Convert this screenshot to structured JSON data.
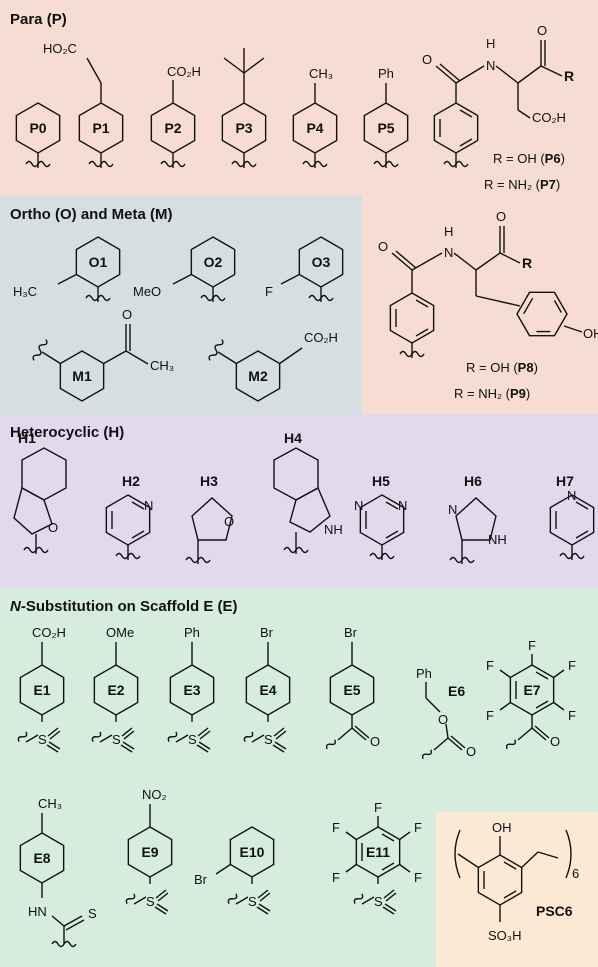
{
  "colors": {
    "para": "#f6dcd3",
    "ortho_meta": "#d5dfe2",
    "heterocyclic": "#e2d9ec",
    "n_sub": "#d6ecdd",
    "psc6": "#fbe9d3"
  },
  "sections": {
    "para": "Para (P)",
    "ortho_meta": "Ortho (O) and Meta (M)",
    "heterocyclic": "Heterocyclic (H)",
    "n_sub_italic": "N",
    "n_sub_rest": "-Substitution on Scaffold E (E)"
  },
  "para": {
    "labels": [
      "P0",
      "P1",
      "P2",
      "P3",
      "P4",
      "P5"
    ],
    "subs": {
      "p1": "HO₂C",
      "p2": "CO₂H",
      "p4": "CH₃",
      "p5": "Ph"
    },
    "p6p7": {
      "o": "O",
      "h": "H",
      "n": "N",
      "r": "R",
      "co2h": "CO₂H",
      "r_oh": "R = OH (",
      "p6": "P6",
      "r_nh2": "R = NH₂ (",
      "p7": "P7",
      "close": ")"
    }
  },
  "ortho_meta": {
    "labels": [
      "O1",
      "O2",
      "O3",
      "M1",
      "M2"
    ],
    "subs": {
      "o1": "H₃C",
      "o2": "MeO",
      "o3": "F",
      "m1_o": "O",
      "m1_ch3": "CH₃",
      "m2": "CO₂H"
    },
    "p8p9": {
      "o": "O",
      "h": "H",
      "n": "N",
      "r": "R",
      "oh": "OH",
      "r_oh": "R = OH (",
      "p8": "P8",
      "r_nh2": "R = NH₂ (",
      "p9": "P9",
      "close": ")"
    }
  },
  "heterocyclic": {
    "labels": [
      "H1",
      "H2",
      "H3",
      "H4",
      "H5",
      "H6",
      "H7"
    ],
    "atoms": {
      "o": "O",
      "n": "N",
      "nh": "NH"
    }
  },
  "n_sub": {
    "labels": [
      "E1",
      "E2",
      "E3",
      "E4",
      "E5",
      "E6",
      "E7",
      "E8",
      "E9",
      "E10",
      "E11"
    ],
    "subs": {
      "co2h": "CO₂H",
      "ome": "OMe",
      "ph": "Ph",
      "br": "Br",
      "f": "F",
      "ch3": "CH₃",
      "no2": "NO₂",
      "hn": "HN"
    },
    "atoms": {
      "s": "S",
      "o": "O"
    }
  },
  "psc6": {
    "label": "PSC6",
    "oh": "OH",
    "n": "6",
    "so3h": "SO₃H"
  }
}
